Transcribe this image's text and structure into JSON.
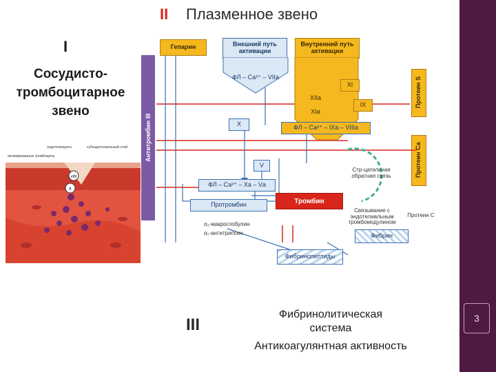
{
  "header": {
    "roman_2": "II",
    "title": "Плазменное звено"
  },
  "left": {
    "roman_1": "I",
    "line1": "Сосудисто-",
    "line2": "тромбоцитарное",
    "line3": "звено"
  },
  "bottom": {
    "roman_3": "III",
    "line1": "Фибринолитическая",
    "line2": "система",
    "line3": "Антикоагулянтная активность"
  },
  "page_number": "3",
  "diagram": {
    "heparin": "Гепарин",
    "external_path": "Внешний путь активации",
    "internal_path": "Внутренний путь активации",
    "antithrombin": "Антитромбин III",
    "pl_ca_viia": "ФЛ – Са²⁺ – VIIа",
    "xi": "XI",
    "xiia": "XIIа",
    "ix": "IX",
    "xia": "XIа",
    "protein_s": "Протеин S",
    "protein_ca": "Протеин Са",
    "x": "X",
    "pl_ca_ixa_viiia": "ФЛ – Са²⁺ – IXа – VIIIа",
    "v": "V",
    "pl_ca_xa_va": "ФЛ – Са²⁺ – Ха – Vа",
    "feedback": "Стр-цательная обратная связь",
    "prothrombin": "Протромбин",
    "thrombin": "Тромбин",
    "binding": "Связывание с эндотелиальным тромбомодулином",
    "protein_c": "Протеин С",
    "macroglobulin": "α₂-макроглобулин",
    "antitrypsin": "α₁-антитрипсин",
    "fibrin": "Фибрин",
    "fibrinopeptides": "Фибринопептиды"
  },
  "vessel": {
    "label_a": "эндотелиоциты",
    "label_b": "субэндотелиальный слой",
    "label_c": "активированные тромбоциты",
    "marker_1": "vW",
    "marker_2": "К"
  }
}
